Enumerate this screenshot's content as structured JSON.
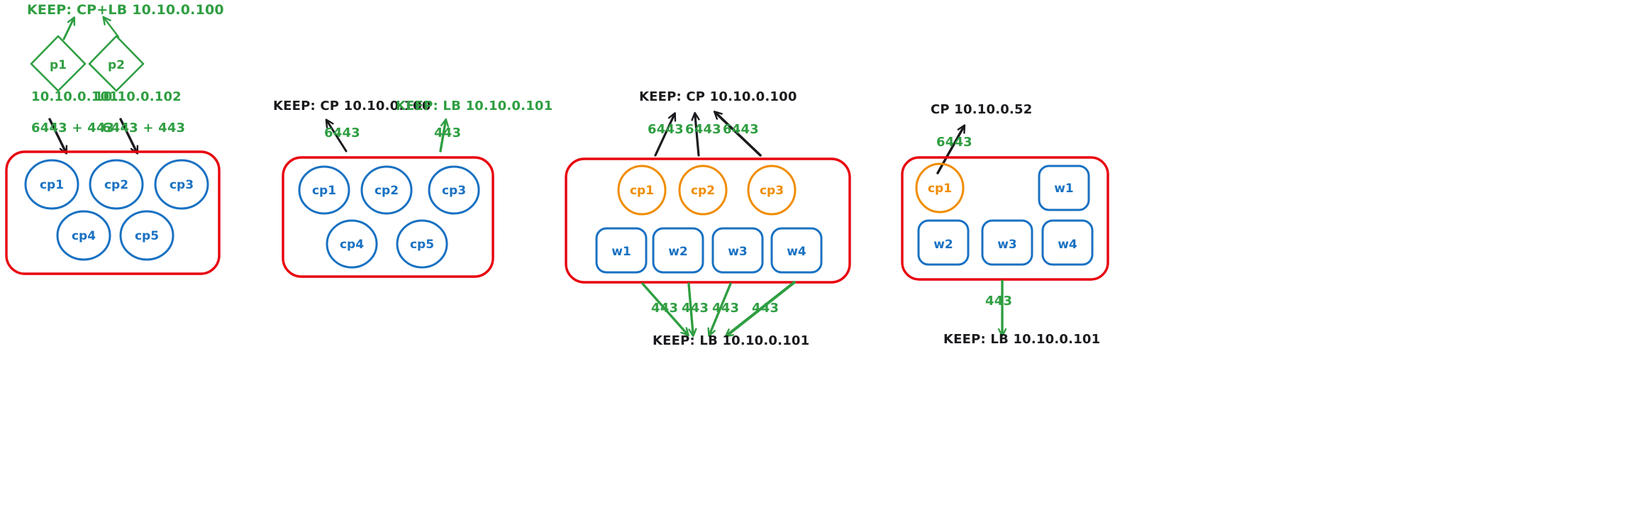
{
  "colors": {
    "green": "#2f9e41",
    "black": "#1b1b1f",
    "blue": "#1971c2",
    "orange": "#f08c00",
    "red": "#e8000d",
    "background": "#ffffff"
  },
  "panels": [
    {
      "id": "panel-1",
      "title_top": "KEEP: CP+LB 10.10.0.100",
      "title_top_color": "green",
      "diamonds": [
        {
          "label": "p1",
          "ip": "10.10.0.101",
          "port_label": "6443 + 443"
        },
        {
          "label": "p2",
          "ip": "10.10.0.102",
          "port_label": "6443 + 443"
        }
      ],
      "box_nodes_row1": [
        "cp1",
        "cp2",
        "cp3"
      ],
      "box_nodes_row2": [
        "cp4",
        "cp5"
      ],
      "node_shape": "circle",
      "node_color": "blue"
    },
    {
      "id": "panel-2",
      "title_left": "KEEP: CP 10.10.0.100",
      "title_left_color": "black",
      "title_right": "KEEP: LB 10.10.0.101",
      "title_right_color": "green",
      "port_left": "6443",
      "port_right": "443",
      "box_nodes_row1": [
        "cp1",
        "cp2",
        "cp3"
      ],
      "box_nodes_row2": [
        "cp4",
        "cp5"
      ],
      "node_shape": "circle",
      "node_color": "blue"
    },
    {
      "id": "panel-3",
      "title_top": "KEEP: CP 10.10.0.100",
      "title_top_color": "black",
      "title_bottom": "KEEP: LB 10.10.0.101",
      "title_bottom_color": "black",
      "ports_top": [
        "6443",
        "6443",
        "6443"
      ],
      "ports_bottom": [
        "443",
        "443",
        "443",
        "443"
      ],
      "cp_nodes": [
        "cp1",
        "cp2",
        "cp3"
      ],
      "worker_nodes": [
        "w1",
        "w2",
        "w3",
        "w4"
      ],
      "cp_color": "orange",
      "worker_color": "blue"
    },
    {
      "id": "panel-4",
      "title_top": "CP 10.10.0.52",
      "title_top_color": "black",
      "title_bottom": "KEEP: LB 10.10.0.101",
      "title_bottom_color": "black",
      "port_top": "6443",
      "port_bottom": "443",
      "cp_nodes": [
        "cp1"
      ],
      "worker_nodes_row1": [
        "w1"
      ],
      "worker_nodes_row2": [
        "w2",
        "w3",
        "w4"
      ],
      "cp_color": "orange",
      "worker_color": "blue"
    }
  ]
}
